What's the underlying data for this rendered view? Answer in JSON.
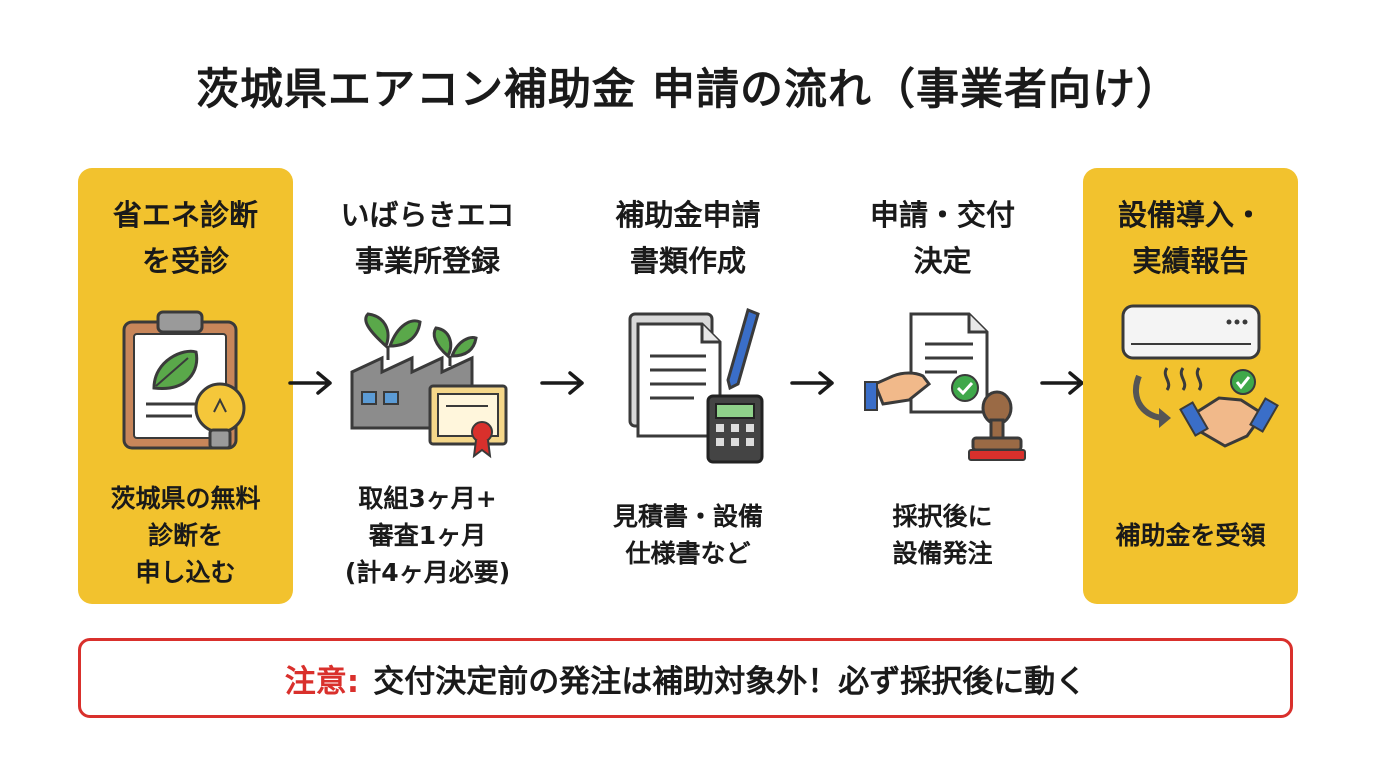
{
  "title": "茨城県エアコン補助金 申請の流れ（事業者向け）",
  "colors": {
    "highlight": "#f2c22e",
    "warning": "#d9302c"
  },
  "steps": [
    {
      "title": "省エネ診断\nを受診",
      "icon": "clipboard-lightbulb-icon",
      "desc": "茨城県の無料\n診断を\n申し込む"
    },
    {
      "title": "いばらきエコ\n事業所登録",
      "icon": "factory-certificate-icon",
      "desc": "取組3ヶ月+\n審査1ヶ月\n(計4ヶ月必要)"
    },
    {
      "title": "補助金申請\n書類作成",
      "icon": "documents-calculator-icon",
      "desc": "見積書・設備\n仕様書など"
    },
    {
      "title": "申請・交付\n決定",
      "icon": "approval-stamp-icon",
      "desc": "採択後に\n設備発注"
    },
    {
      "title": "設備導入・\n実績報告",
      "icon": "aircon-handshake-icon",
      "desc": "補助金を受領"
    }
  ],
  "warning": {
    "label": "注意:",
    "text": "交付決定前の発注は補助対象外！必ず採択後に動く"
  }
}
